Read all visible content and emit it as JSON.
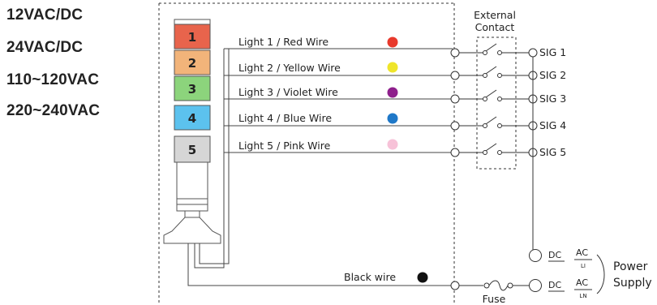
{
  "voltages": [
    "12VAC/DC",
    "24VAC/DC",
    "110~120VAC",
    "220~240VAC"
  ],
  "lights": [
    {
      "number": "1",
      "label": "Light 1 / Red Wire",
      "wire_color": "#e8392c",
      "tier_color": "#e8644c"
    },
    {
      "number": "2",
      "label": "Light 2 / Yellow Wire",
      "wire_color": "#efe52a",
      "tier_color": "#f2b47a"
    },
    {
      "number": "3",
      "label": "Light 3 / Violet Wire",
      "wire_color": "#8e1f8c",
      "tier_color": "#8cd47c"
    },
    {
      "number": "4",
      "label": "Light 4 / Blue Wire",
      "wire_color": "#1f78c8",
      "tier_color": "#5cc2ee"
    },
    {
      "number": "5",
      "label": "Light 5 / Pink Wire",
      "wire_color": "#f7c2d8",
      "tier_color": "#d6d6d6"
    }
  ],
  "signals": [
    "SIG 1",
    "SIG 2",
    "SIG 3",
    "SIG 4",
    "SIG 5"
  ],
  "external_contact": [
    "External",
    "Contact"
  ],
  "black_wire": {
    "label": "Black wire",
    "color": "#111111"
  },
  "fuse_label": "Fuse",
  "power": {
    "dc": "DC",
    "ac": "AC",
    "sub_top": "LI",
    "sub_bottom": "LN",
    "label": [
      "Power",
      "Supply"
    ]
  }
}
